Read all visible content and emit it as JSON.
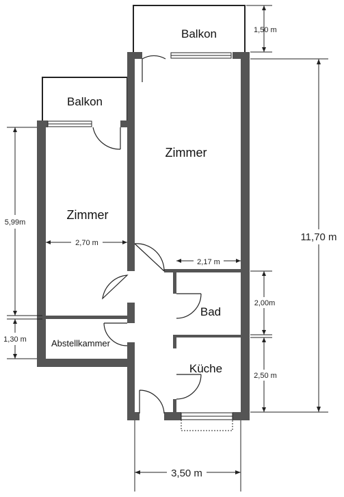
{
  "rooms": {
    "balkon_top": "Balkon",
    "balkon_left": "Balkon",
    "zimmer_right": "Zimmer",
    "zimmer_left": "Zimmer",
    "abstellkammer": "Abstellkammer",
    "bad": "Bad",
    "kueche": "Küche"
  },
  "dimensions": {
    "balkon_depth": "1,50 m",
    "total_length": "11,70 m",
    "zimmer_left_length": "5,99m",
    "zimmer_left_width": "2,70 m",
    "zimmer_right_width": "2,17 m",
    "abstellkammer_length": "1,30 m",
    "bad_length": "2,00m",
    "kueche_length": "2,50 m",
    "total_width": "3,50 m"
  },
  "colors": {
    "wall": "#555555",
    "line": "#222222",
    "window": "#ffffff"
  }
}
